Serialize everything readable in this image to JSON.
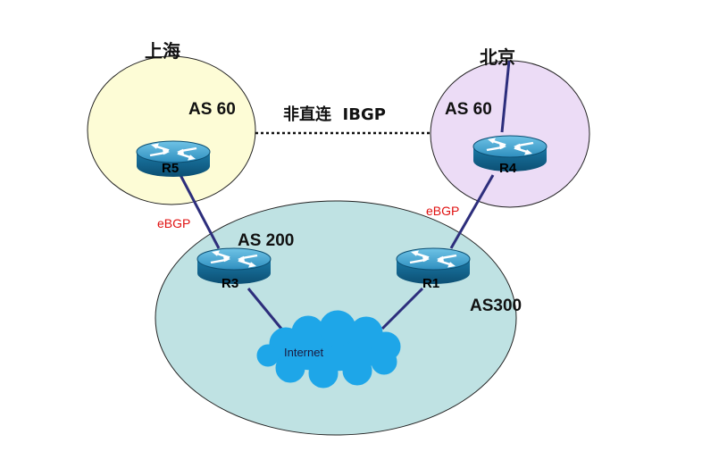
{
  "sites": {
    "shanghai": {
      "label": "上海",
      "as_label": "AS 60",
      "color": "#fdfcd6"
    },
    "beijing": {
      "label": "北京",
      "as_label": "AS 60",
      "color": "#ecdcf6"
    }
  },
  "core": {
    "as200_label": "AS 200",
    "as300_label": "AS300",
    "color": "#bfe2e3"
  },
  "links": {
    "ibgp_label": "非直连  IBGP",
    "ebgp_left_label": "eBGP",
    "ebgp_right_label": "eBGP",
    "link_color": "#2d2e7c"
  },
  "routers": {
    "r5": {
      "name": "R5"
    },
    "r4": {
      "name": "R4"
    },
    "r3": {
      "name": "R3"
    },
    "r1": {
      "name": "R1"
    }
  },
  "cloud": {
    "label": "Internet",
    "color": "#1ea6e8"
  }
}
